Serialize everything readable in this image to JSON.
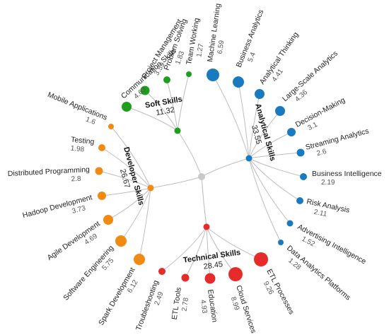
{
  "colors": {
    "soft": "#1e9e1e",
    "analytical": "#1a7abf",
    "technical": "#e62b2b",
    "developer": "#f08a12",
    "root": "#c8c8c8",
    "link": "#bdbdbd"
  },
  "groups": [
    {
      "key": "soft",
      "name": "Soft Skills",
      "value": "11.32",
      "leaves": [
        {
          "name": "Team Working",
          "value": "1.27"
        },
        {
          "name": "Problem Solving",
          "value": "1.83"
        },
        {
          "name": "Project Management",
          "value": "3.59"
        },
        {
          "name": "Communication Skills",
          "value": "4.63"
        }
      ]
    },
    {
      "key": "analytical",
      "name": "Analytical Skills",
      "value": "33.55",
      "leaves": [
        {
          "name": "Machine Learning",
          "value": "6.59"
        },
        {
          "name": "Business Analytics",
          "value": "5.4"
        },
        {
          "name": "Analytical Thinking",
          "value": "4.41"
        },
        {
          "name": "Large-Scale Analytics",
          "value": "4.36"
        },
        {
          "name": "Decision-Making",
          "value": "3.1"
        },
        {
          "name": "Streaming Analytics",
          "value": "2.6"
        },
        {
          "name": "Business Intelligence",
          "value": "2.19"
        },
        {
          "name": "Risk Analysis",
          "value": "2.11"
        },
        {
          "name": "Advertising Intelligence",
          "value": "1.52"
        },
        {
          "name": "Data Analytics Platforms",
          "value": "1.28"
        }
      ]
    },
    {
      "key": "technical",
      "name": "Technical Skills",
      "value": "28.45",
      "leaves": [
        {
          "name": "ETL Processes",
          "value": "9.26"
        },
        {
          "name": "Cloud Services",
          "value": "8.99"
        },
        {
          "name": "Education",
          "value": "4.93"
        },
        {
          "name": "ETL Tools",
          "value": "2.78"
        },
        {
          "name": "Troubleshooting",
          "value": "2.49"
        }
      ]
    },
    {
      "key": "developer",
      "name": "Developer Skills",
      "value": "26.67",
      "leaves": [
        {
          "name": "Spark Development",
          "value": "6.12"
        },
        {
          "name": "Software Engineering",
          "value": "5.75"
        },
        {
          "name": "Agile Development",
          "value": "4.69"
        },
        {
          "name": "Hadoop Development",
          "value": "3.73"
        },
        {
          "name": "Distributed Programming",
          "value": "2.8"
        },
        {
          "name": "Testing",
          "value": "1.98"
        },
        {
          "name": "Mobile Applications",
          "value": "1.6"
        }
      ]
    }
  ]
}
